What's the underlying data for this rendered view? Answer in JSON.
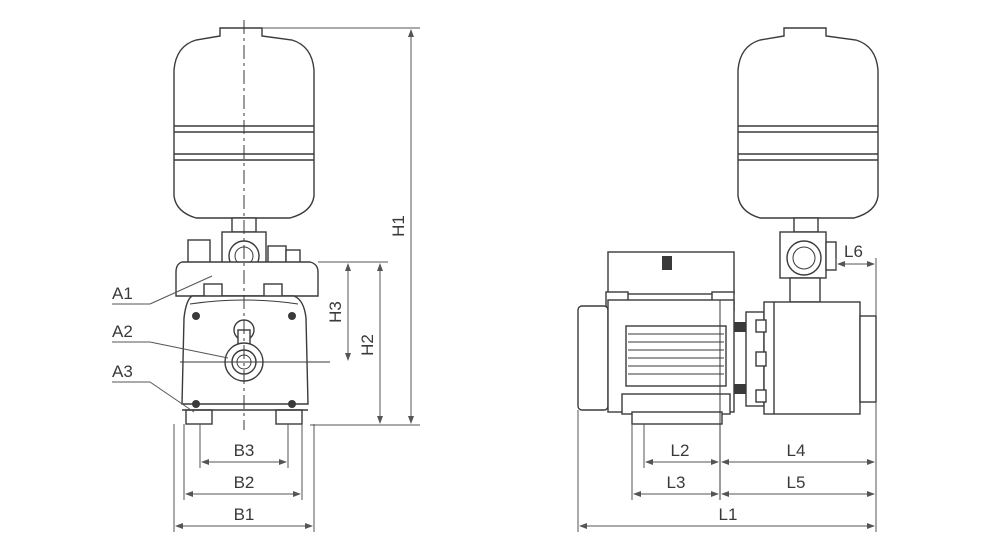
{
  "labels": {
    "H1": "H1",
    "H2": "H2",
    "H3": "H3",
    "A1": "A1",
    "A2": "A2",
    "A3": "A3",
    "B1": "B1",
    "B2": "B2",
    "B3": "B3",
    "L1": "L1",
    "L2": "L2",
    "L3": "L3",
    "L4": "L4",
    "L5": "L5",
    "L6": "L6"
  },
  "colors": {
    "line": "#3a3a3a",
    "background": "#ffffff"
  }
}
